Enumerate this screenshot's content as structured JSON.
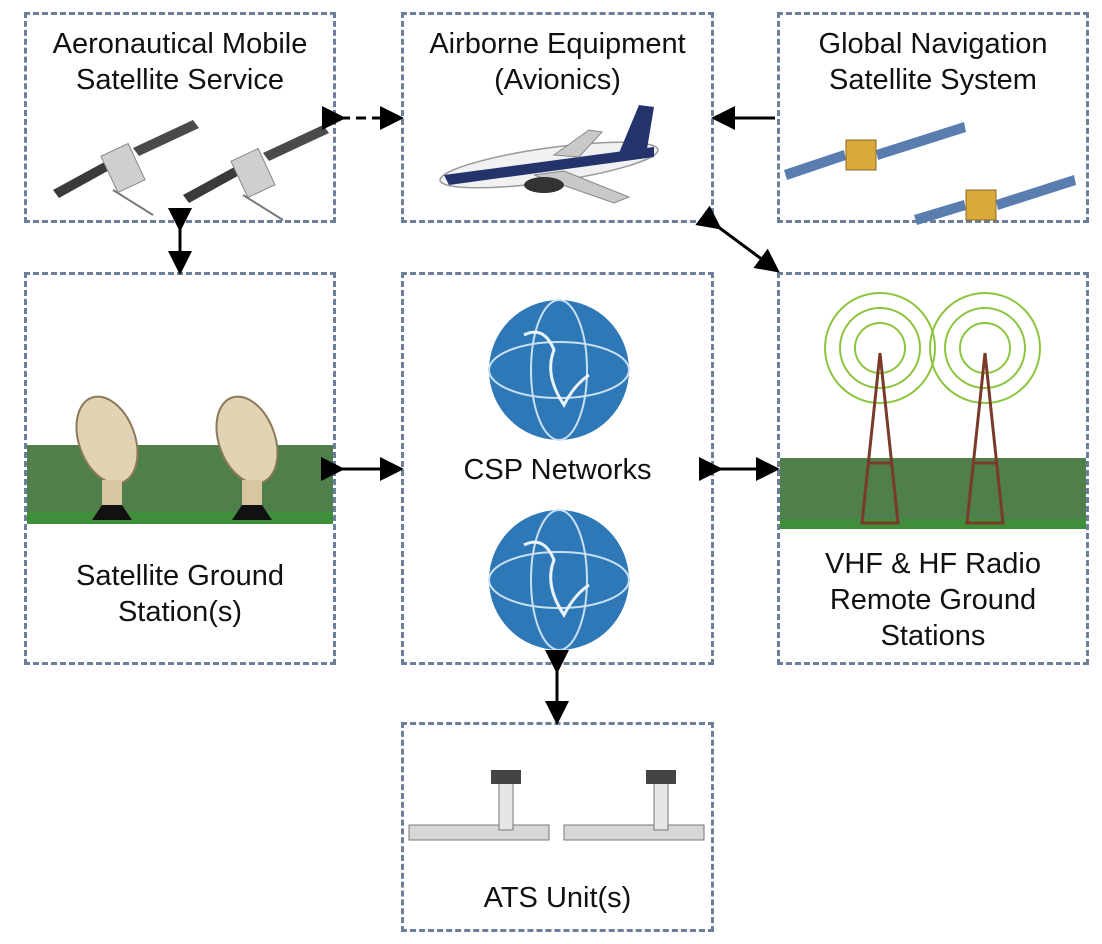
{
  "boxes": {
    "amss": {
      "line1": "Aeronautical Mobile",
      "line2": "Satellite Service"
    },
    "avionics": {
      "line1": "Airborne Equipment",
      "line2": "(Avionics)"
    },
    "gnss": {
      "line1": "Global Navigation",
      "line2": "Satellite System"
    },
    "ground_station": {
      "line1": "Satellite Ground",
      "line2": "Station(s)"
    },
    "csp": {
      "label": "CSP Networks"
    },
    "vhf": {
      "line1": "VHF & HF Radio",
      "line2": "Remote Ground",
      "line3": "Stations"
    },
    "ats": {
      "label": "ATS Unit(s)"
    }
  },
  "colors": {
    "border": "#6b7f99",
    "arrow": "#000000",
    "globe": "#2f78b8",
    "grass": "#3f8f3a",
    "trees": "#4f7f4a",
    "radio_rings": "#8cc63f"
  }
}
